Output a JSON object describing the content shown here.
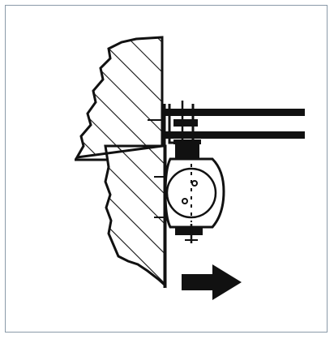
{
  "figure": {
    "kind": "technical-drawing",
    "subject": "hinge-mount-cross-section",
    "motion_arrow_direction": "right",
    "colors": {
      "frame_border": "#8a9aa8",
      "ink": "#111111",
      "paper": "#ffffff"
    }
  }
}
